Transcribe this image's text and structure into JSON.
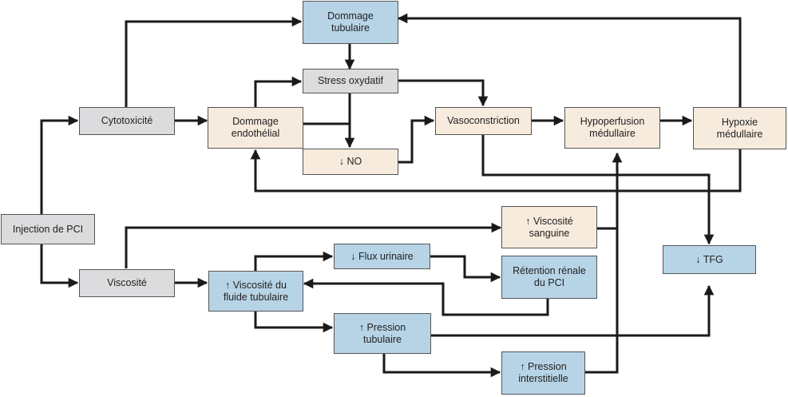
{
  "diagram": {
    "nodes": {
      "injection": "Injection de PCI",
      "cytotoxicite": "Cytotoxicité",
      "viscosite": "Viscosité",
      "dommage_tubulaire": "Dommage\ntubulaire",
      "stress_oxydatif": "Stress oxydatif",
      "dommage_endothelial": "Dommage\nendothélial",
      "no": "↓ NO",
      "vasoconstriction": "Vasoconstriction",
      "hypoperfusion": "Hypoperfusion\nmédullaire",
      "hypoxie": "Hypoxie\nmédullaire",
      "viscosite_sanguine": "↑ Viscosité\nsanguine",
      "tfg": "↓ TFG",
      "flux_urinaire": "↓ Flux urinaire",
      "retention": "Rétention rénale\ndu PCI",
      "viscosite_fluide": "↑ Viscosité du\nfluide tubulaire",
      "pression_tubulaire": "↑ Pression\ntubulaire",
      "pression_interstitielle": "↑ Pression\ninterstitielle"
    },
    "colors": {
      "grey": "#dcdcde",
      "beige": "#f7ebdd",
      "blue": "#b7d4e6",
      "line": "#1a1a1a"
    }
  }
}
